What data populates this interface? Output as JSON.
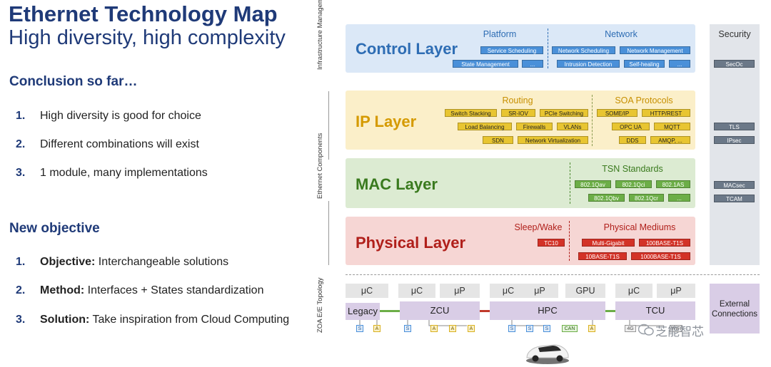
{
  "header": {
    "title": "Ethernet Technology Map",
    "subtitle": "High diversity, high complexity"
  },
  "conclusion": {
    "heading": "Conclusion so far…",
    "items": [
      {
        "num": "1.",
        "text": "High diversity is good for choice"
      },
      {
        "num": "2.",
        "text": "Different combinations will exist"
      },
      {
        "num": "3.",
        "text": "1 module, many implementations"
      }
    ]
  },
  "objective": {
    "heading": "New objective",
    "items": [
      {
        "num": "1.",
        "bold": "Objective:",
        "text": " Interchangeable solutions"
      },
      {
        "num": "2.",
        "bold": "Method:",
        "text": " Interfaces + States standardization"
      },
      {
        "num": "3.",
        "bold": "Solution:",
        "text": " Take inspiration from Cloud Computing"
      }
    ]
  },
  "side_labels": {
    "infra": "Infrastructure Management",
    "components": "Ethernet Components",
    "topology": "ZOA E/E Topology"
  },
  "control_layer": {
    "title": "Control Layer",
    "platform_label": "Platform",
    "network_label": "Network",
    "platform_tags": [
      "Service Scheduling",
      "State Management",
      "..."
    ],
    "network_tags": [
      "Network Scheduling",
      "Network Management",
      "Intrusion Detection",
      "Self-healing",
      "..."
    ]
  },
  "ip_layer": {
    "title": "IP Layer",
    "routing_label": "Routing",
    "soa_label": "SOA Protocols",
    "routing_tags": [
      "Switch Stacking",
      "SR-IOV",
      "PCIe Switching",
      "Load Balancing",
      "Firewalls",
      "VLANs",
      "SDN",
      "Network Virtualization"
    ],
    "soa_tags": [
      "SOME/IP",
      "HTTP/REST",
      "OPC UA",
      "MQTT",
      "DDS",
      "AMQP, ..."
    ]
  },
  "mac_layer": {
    "title": "MAC Layer",
    "tsn_label": "TSN Standards",
    "tsn_tags": [
      "802.1Qav",
      "802.1Qci",
      "802.1AS",
      "802.1Qbv",
      "802.1Qcr",
      "..."
    ]
  },
  "physical_layer": {
    "title": "Physical Layer",
    "sleep_label": "Sleep/Wake",
    "mediums_label": "Physical Mediums",
    "sleep_tags": [
      "TC10"
    ],
    "medium_tags": [
      "Multi-Gigabit",
      "100BASE-T1S",
      "10BASE-T1S",
      "1000BASE-T1S"
    ]
  },
  "security": {
    "label": "Security",
    "tags": [
      "SecOc",
      "TLS",
      "IPsec",
      "MACsec",
      "TCAM"
    ]
  },
  "topology": {
    "top_nodes": [
      "μC",
      "μC",
      "μP",
      "μC",
      "μP",
      "GPU",
      "μC",
      "μP"
    ],
    "main_nodes": [
      "Legacy",
      "ZCU",
      "HPC",
      "TCU"
    ],
    "external": "External Connections",
    "ports": {
      "legacy": [
        "S",
        "A"
      ],
      "zcu": [
        "S",
        "A",
        "A",
        "A"
      ],
      "hpc": [
        "S",
        "S",
        "S",
        "CAN",
        "A"
      ],
      "tcu": [
        "4G",
        "WiFi"
      ]
    }
  },
  "watermark": "芝能智芯",
  "colors": {
    "navy": "#1f3a78",
    "control_bg": "#dbe8f7",
    "ip_bg": "#fbefc9",
    "mac_bg": "#dcebd2",
    "phys_bg": "#f6d6d4",
    "control_text": "#2e6db4",
    "ip_text": "#d59a00",
    "mac_text": "#3a7a1e",
    "phys_text": "#b01f1a"
  }
}
